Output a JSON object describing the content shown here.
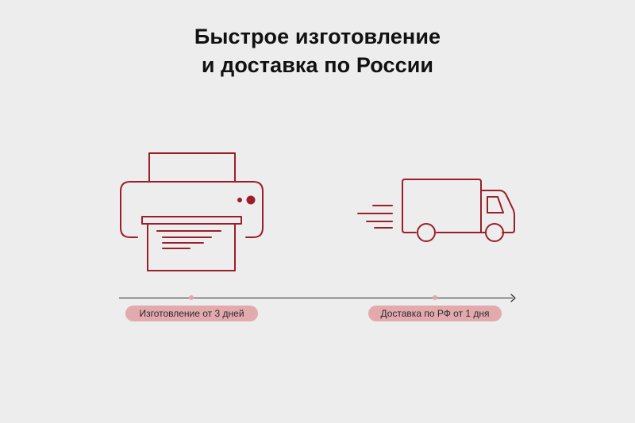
{
  "title": {
    "line1": "Быстрое изготовление",
    "line2": "и доставка по России"
  },
  "steps": [
    {
      "icon": "printer-icon",
      "label": "Изготовление от 3 дней"
    },
    {
      "icon": "delivery-truck-icon",
      "label": "Доставка по РФ от 1 дня"
    }
  ],
  "colors": {
    "background": "#ededed",
    "accent": "#9a1f2a",
    "pill": "#e3aaad",
    "text": "#111111"
  }
}
